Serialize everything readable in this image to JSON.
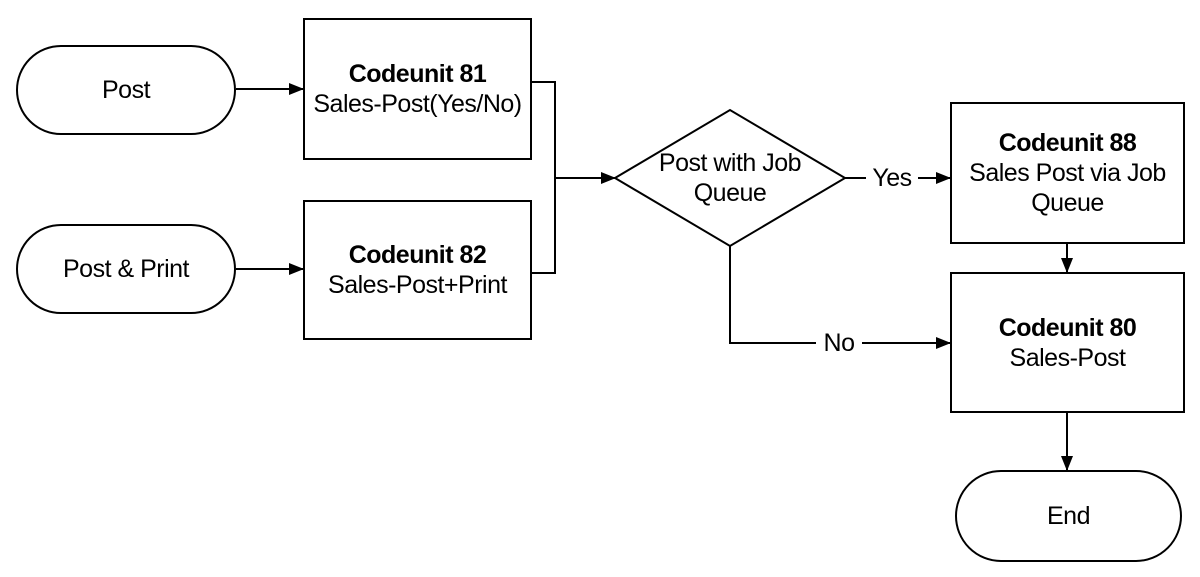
{
  "diagram": {
    "background_color": "#ffffff",
    "stroke_color": "#000000",
    "text_color": "#000000",
    "nodes": {
      "start_post": {
        "shape": "terminator",
        "label": "Post"
      },
      "start_post_print": {
        "shape": "terminator",
        "label": "Post & Print"
      },
      "codeunit_81": {
        "shape": "process",
        "title": "Codeunit 81",
        "subtitle": "Sales-Post(Yes/No)"
      },
      "codeunit_82": {
        "shape": "process",
        "title": "Codeunit 82",
        "subtitle": "Sales-Post+Print"
      },
      "decision_job_queue": {
        "shape": "decision",
        "label": "Post with Job Queue"
      },
      "codeunit_88": {
        "shape": "process",
        "title": "Codeunit 88",
        "subtitle": "Sales Post via Job Queue"
      },
      "codeunit_80": {
        "shape": "process",
        "title": "Codeunit 80",
        "subtitle": "Sales-Post"
      },
      "end": {
        "shape": "terminator",
        "label": "End"
      }
    },
    "edge_labels": {
      "yes": "Yes",
      "no": "No"
    }
  }
}
